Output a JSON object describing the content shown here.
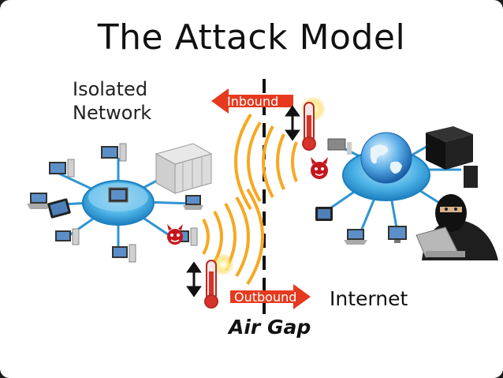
{
  "title": "The Attack Model",
  "labels": {
    "isolated_line1": "Isolated",
    "isolated_line2": "Network",
    "internet": "Internet",
    "air_gap": "Air Gap",
    "inbound": "Inbound",
    "outbound": "Outbound"
  },
  "colors": {
    "hub": "#3da8e0",
    "arrow": "#e53a1e",
    "waves": "#f7a823",
    "thermometer": "#d8322a",
    "malware": "#c4161c"
  },
  "icons": [
    "desktop-computer-icon",
    "laptop-icon",
    "tablet-icon",
    "server-rack-icon",
    "globe-icon",
    "malware-devil-icon",
    "thermometer-icon",
    "heat-burst-icon",
    "hacker-icon",
    "up-down-arrow-icon"
  ]
}
